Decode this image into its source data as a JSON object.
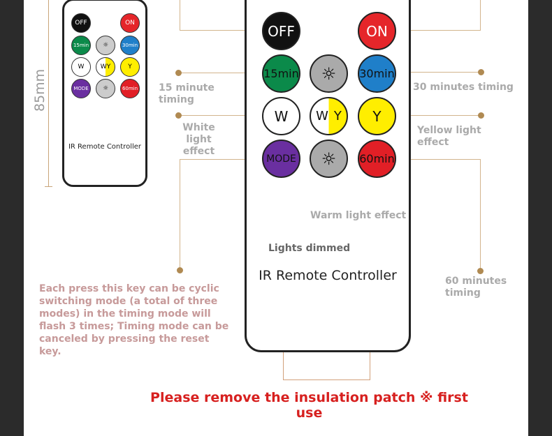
{
  "small_remote": {
    "buttons": [
      "OFF",
      "ON",
      "15min",
      "30min",
      "W",
      "W",
      "Y",
      "Y",
      "MODE",
      "60min"
    ],
    "label": "IR Remote Controller"
  },
  "dimension": {
    "height": "85mm"
  },
  "big_remote": {
    "off": "OFF",
    "on": "ON",
    "min15": "15min",
    "min30": "30min",
    "w": "W",
    "wy_w": "W",
    "wy_y": "Y",
    "y": "Y",
    "mode": "MODE",
    "min60": "60min",
    "lights_dimmed": "Lights dimmed",
    "label": "IR Remote Controller"
  },
  "annotations": {
    "t15": "15 minute timing",
    "t30": "30 minutes timing",
    "white": "White light effect",
    "yellow": "Yellow light effect",
    "warm": "Warm light effect",
    "t60": "60 minutes timing",
    "mode_desc": "Each press this key can be cyclic switching mode (a total of three modes) in the timing mode will flash 3 times; Timing mode can be canceled by pressing the reset key."
  },
  "notice": "Please remove the insulation patch ※ first use",
  "colors": {
    "off": "#111111",
    "on": "#e5262a",
    "green": "#0b8a4a",
    "blue": "#1f7fc9",
    "yellow": "#ffee00",
    "purple": "#6a2fa0",
    "red60": "#e11f26",
    "notice": "#d7201f",
    "mode_text": "#c79a9a"
  }
}
